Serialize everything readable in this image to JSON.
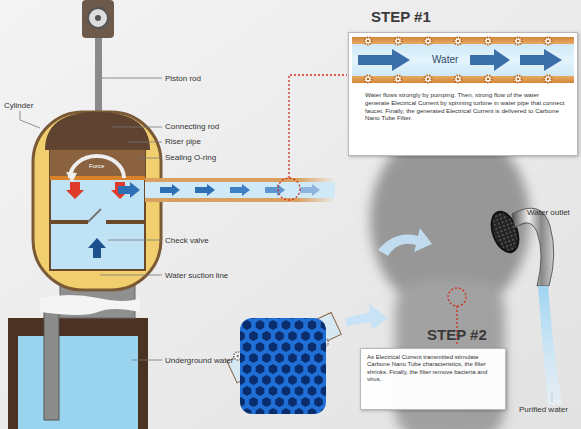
{
  "diagram": {
    "nodes": [
      {
        "text": [
          "STEP #1",
          "Water flows strongly by pumping. Then, strong flow of the water generate Electrical Current by spinning turbine in water pipe that connect faucet. Finally, the generated Electrical Current is delivered to Carbone Nano Tube Filter."
        ]
      },
      {
        "text": [
          "Water"
        ],
        "in": 0
      },
      {
        "text": [
          "STEP #2",
          "As Electrical Current transmitted stimulate Carbone Nano Tube characteristics, the filter shrinks. Finally, the filter remove bacteria and virus."
        ]
      }
    ],
    "labels": [
      "Piston rod",
      "Cylinder",
      "Connecting rod",
      "Force",
      "Riser pipe",
      "Sealing O-ring",
      "Check valve",
      "Water suction line",
      "Underground water",
      "Water outlet",
      "Purified water"
    ]
  }
}
